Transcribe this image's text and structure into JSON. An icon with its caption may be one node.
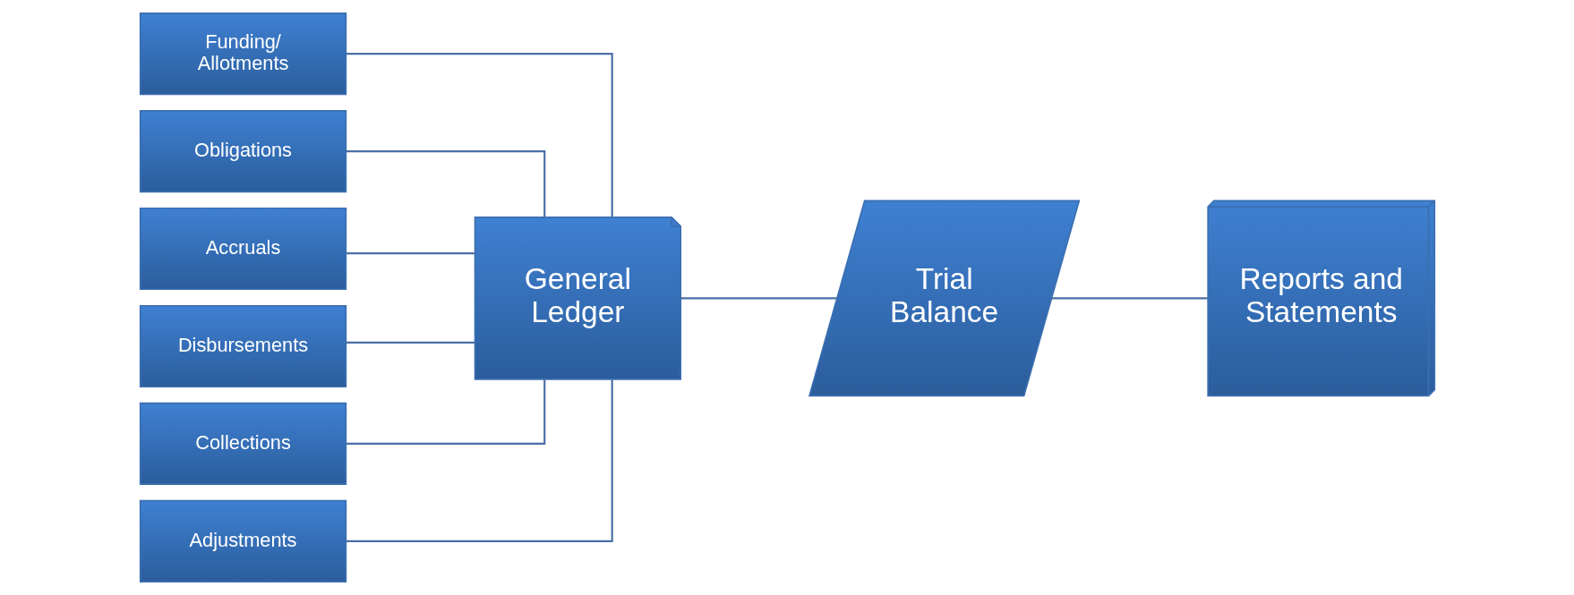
{
  "diagram": {
    "nodes": [
      {
        "text": [
          "Funding/ Allotments"
        ]
      },
      {
        "text": [
          "Obligations"
        ]
      },
      {
        "text": [
          "Accruals"
        ]
      },
      {
        "text": [
          "Disbursements"
        ]
      },
      {
        "text": [
          "Collections"
        ]
      },
      {
        "text": [
          "Adjustments"
        ]
      },
      {
        "text": [
          "General Ledger"
        ]
      },
      {
        "text": [
          "Trial Balance"
        ]
      },
      {
        "text": [
          "Reports and Statements"
        ]
      }
    ],
    "edges": [
      {
        "from": 0,
        "to": 6,
        "arrow": "none"
      },
      {
        "from": 1,
        "to": 6,
        "arrow": "none"
      },
      {
        "from": 2,
        "to": 6,
        "arrow": "none"
      },
      {
        "from": 3,
        "to": 6,
        "arrow": "none"
      },
      {
        "from": 4,
        "to": 6,
        "arrow": "none"
      },
      {
        "from": 5,
        "to": 6,
        "arrow": "none"
      },
      {
        "from": 6,
        "to": 7,
        "arrow": "none"
      },
      {
        "from": 7,
        "to": 8,
        "arrow": "none"
      }
    ]
  }
}
